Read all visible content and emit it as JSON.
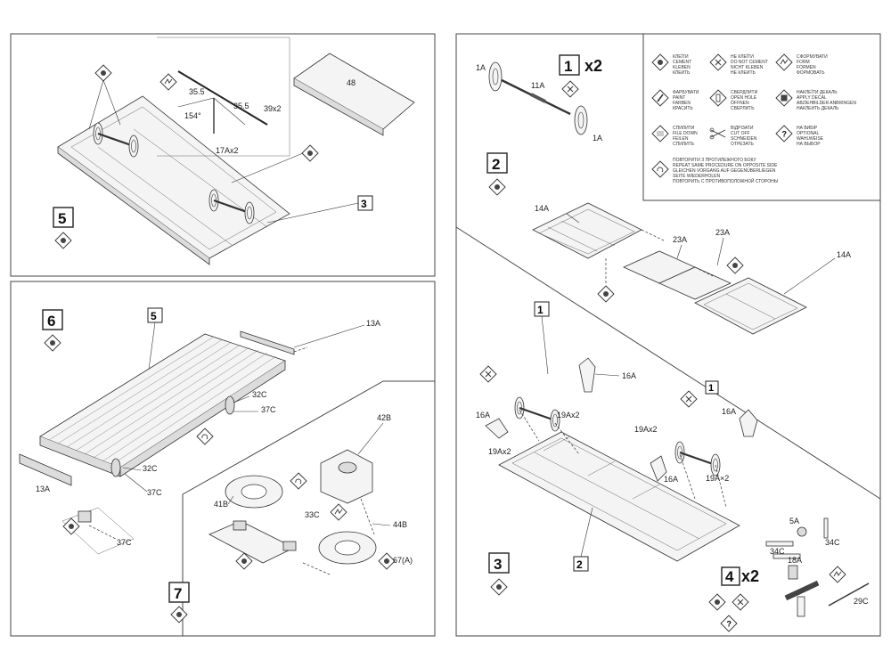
{
  "legend": [
    {
      "icon": "cement-icon",
      "lines": [
        "КЛЕЇТИ",
        "CEMENT",
        "KLEBEN",
        "КЛЕИТЬ"
      ]
    },
    {
      "icon": "no-cement-icon",
      "lines": [
        "НЕ КЛЕЇТИ",
        "DO NOT CEMENT",
        "NICHT KLEBEN",
        "НЕ КЛЕИТЬ"
      ]
    },
    {
      "icon": "form-icon",
      "lines": [
        "СФОРМУВАТИ",
        "FORM",
        "FORMEN",
        "ФОРМОВАТЬ"
      ]
    },
    {
      "icon": "paint-icon",
      "lines": [
        "ФАРБУВАТИ",
        "PAINT",
        "FARBEN",
        "КРАСИТЬ"
      ]
    },
    {
      "icon": "drill-icon",
      "lines": [
        "СВЕРДЛИТИ",
        "OPEN HOLE",
        "ÖFFNEN",
        "СВЕРЛИТЬ"
      ]
    },
    {
      "icon": "decal-icon",
      "lines": [
        "НАКЛЕЇТИ ДЕКАЛЬ",
        "APPLY DECAL",
        "ABZIEHBILDER ANBRINGEN",
        "НАКЛЕИТЬ ДЕКАЛЬ"
      ]
    },
    {
      "icon": "file-down-icon",
      "lines": [
        "СПИЛИТИ",
        "FILE DOWN",
        "FEILEN",
        "СПИЛИТЬ"
      ]
    },
    {
      "icon": "cut-off-icon",
      "lines": [
        "ВІДРІЗАТИ",
        "CUT OFF",
        "SCHNEIDEN",
        "ОТРЕЗАТЬ"
      ]
    },
    {
      "icon": "optional-icon",
      "lines": [
        "НА ВИБІР",
        "OPTIONAL",
        "WAHLWEISE",
        "НА ВЫБОР"
      ]
    },
    {
      "icon": "repeat-icon",
      "lines": [
        "ПОВТОРИТИ З ПРОТИЛЕЖНОГО БОКУ",
        "REPEAT SAME PROCEDURE ON OPPOSITE SIDE",
        "GLEICHEN VORGANG AUF GEGENÜBERLIEGEN",
        "SEITE WIEDERHOLEN",
        "ПОВТОРИТЬ С ПРОТИВОПОЛОЖНОЙ СТОРОНЫ"
      ]
    }
  ],
  "steps": {
    "s1": {
      "num": "1",
      "mult": "x2"
    },
    "s2": {
      "num": "2"
    },
    "s3": {
      "num": "3"
    },
    "s4": {
      "num": "4",
      "mult": "x2"
    },
    "s5": {
      "num": "5"
    },
    "s6": {
      "num": "6"
    },
    "s7": {
      "num": "7"
    }
  },
  "callouts": {
    "c1": "1",
    "c2": "2",
    "c3": "3",
    "c5": "5",
    "c48": "48"
  },
  "labels": {
    "p1a_1": "1A",
    "p11a": "11A",
    "p1a_2": "1A",
    "p14a_1": "14A",
    "p23a_1": "23A",
    "p23a_2": "23A",
    "p14a_2": "14A",
    "p16a_1": "16A",
    "p16a_2": "16A",
    "p19ax2_1": "19Ax2",
    "p19ax2_2": "19Ax2",
    "p19ax2_3": "19Ax2",
    "p16a_3": "16A",
    "p16a_4": "16A",
    "p19a2": "19A×2",
    "p5a": "5A",
    "p34c_1": "34C",
    "p34c_2": "34C",
    "p18a": "18A",
    "p29c": "29C",
    "p39x2": "39x2",
    "p17ax2": "17Ax2",
    "d355a": "35.5",
    "d355b": "35.5",
    "d154": "154°",
    "p13a_1": "13A",
    "p13a_2": "13A",
    "p32c_1": "32C",
    "p37c_1": "37C",
    "p32c_2": "32C",
    "p37c_2": "37C",
    "p37c_3": "37C",
    "p42b": "42B",
    "p41b": "41B",
    "p33c": "33C",
    "p44b": "44B",
    "p67a": "67(A)"
  }
}
